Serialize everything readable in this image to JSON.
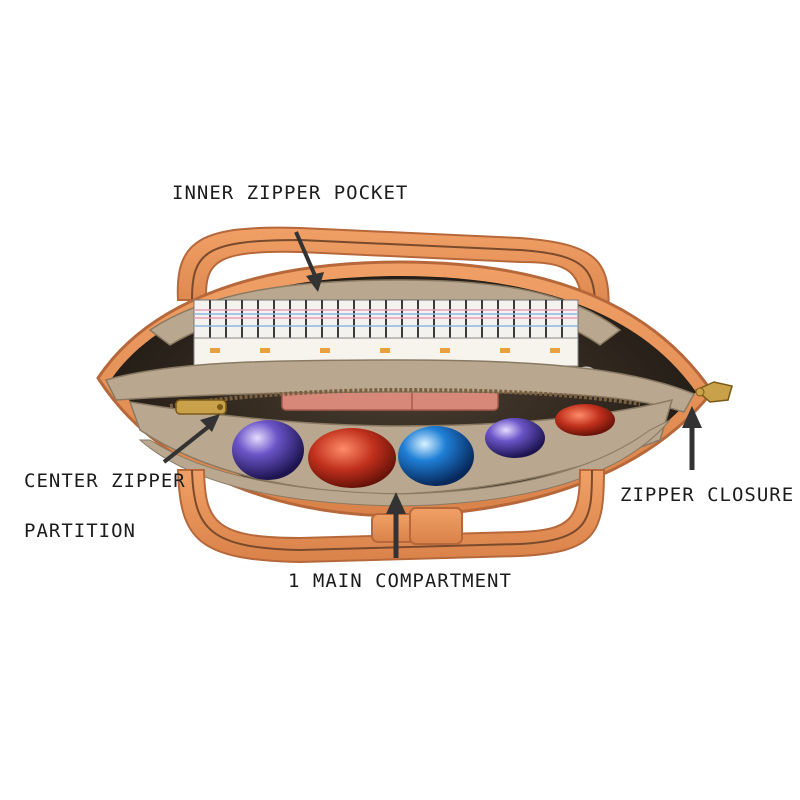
{
  "callouts": {
    "inner_zipper_pocket": "INNER ZIPPER POCKET",
    "center_zipper_line1": "CENTER ZIPPER",
    "center_zipper_line2": "PARTITION",
    "zipper_closure": "ZIPPER CLOSURE",
    "main_compartment": "1 MAIN COMPARTMENT"
  },
  "colors": {
    "leather": "#e8935a",
    "leather_dark": "#c96f3a",
    "lining": "#b9a88f",
    "lining_dark": "#8a7a64",
    "zipper_gold": "#c9a14a",
    "arrow": "#333333"
  }
}
